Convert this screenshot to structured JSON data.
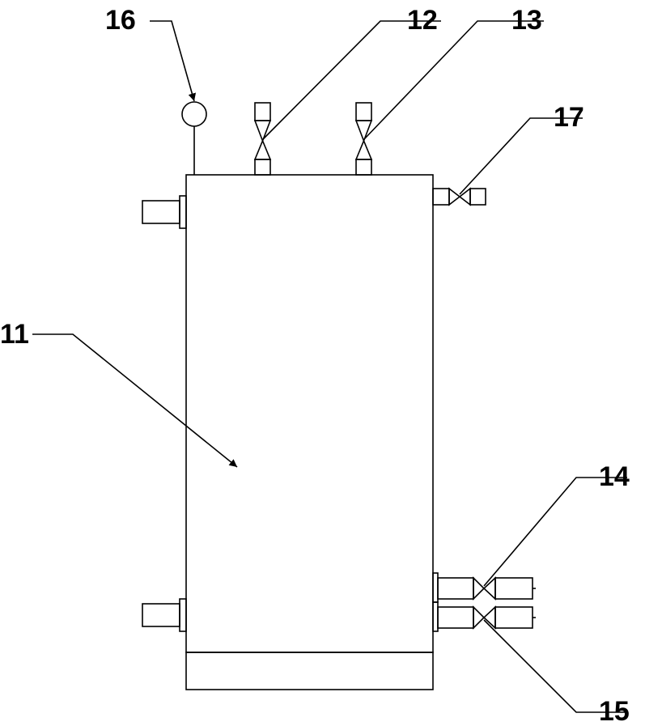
{
  "labels": {
    "tank_body": "11",
    "top_valve_left": "12",
    "top_valve_right": "13",
    "bottom_valve_upper": "14",
    "bottom_valve_lower": "15",
    "pressure_gauge": "16",
    "side_vent_valve": "17"
  }
}
